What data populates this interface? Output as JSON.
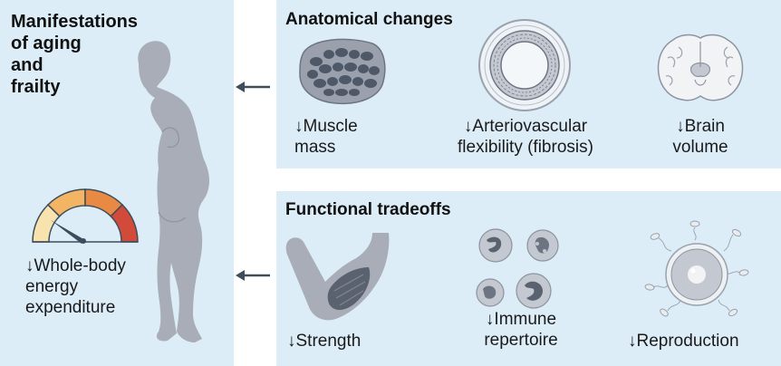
{
  "left": {
    "title_lines": [
      "Manifestations",
      "of aging",
      "and",
      "frailty"
    ],
    "energy_label_lines": [
      "↓Whole-body",
      "energy",
      "expenditure"
    ]
  },
  "anatomical": {
    "title": "Anatomical changes",
    "items": [
      {
        "icon": "muscle-tissue-icon",
        "lines": [
          "↓Muscle",
          "mass"
        ]
      },
      {
        "icon": "artery-cross-section-icon",
        "lines": [
          "↓Arteriovascular",
          "flexibility (fibrosis)"
        ]
      },
      {
        "icon": "brain-section-icon",
        "lines": [
          "↓Brain",
          "volume"
        ]
      }
    ]
  },
  "functional": {
    "title": "Functional tradeoffs",
    "items": [
      {
        "icon": "arm-muscle-icon",
        "lines": [
          "↓Strength"
        ]
      },
      {
        "icon": "immune-cells-icon",
        "lines": [
          "↓Immune",
          "repertoire"
        ]
      },
      {
        "icon": "egg-sperm-icon",
        "lines": [
          "↓Reproduction"
        ]
      }
    ]
  },
  "colors": {
    "panel_bg": "#dcedf7",
    "figure": "#a9adb8",
    "gauge_1": "#f8e2ad",
    "gauge_2": "#f3b463",
    "gauge_3": "#e98a44",
    "gauge_4": "#d24a3a",
    "arrow": "#3d4d5c"
  }
}
